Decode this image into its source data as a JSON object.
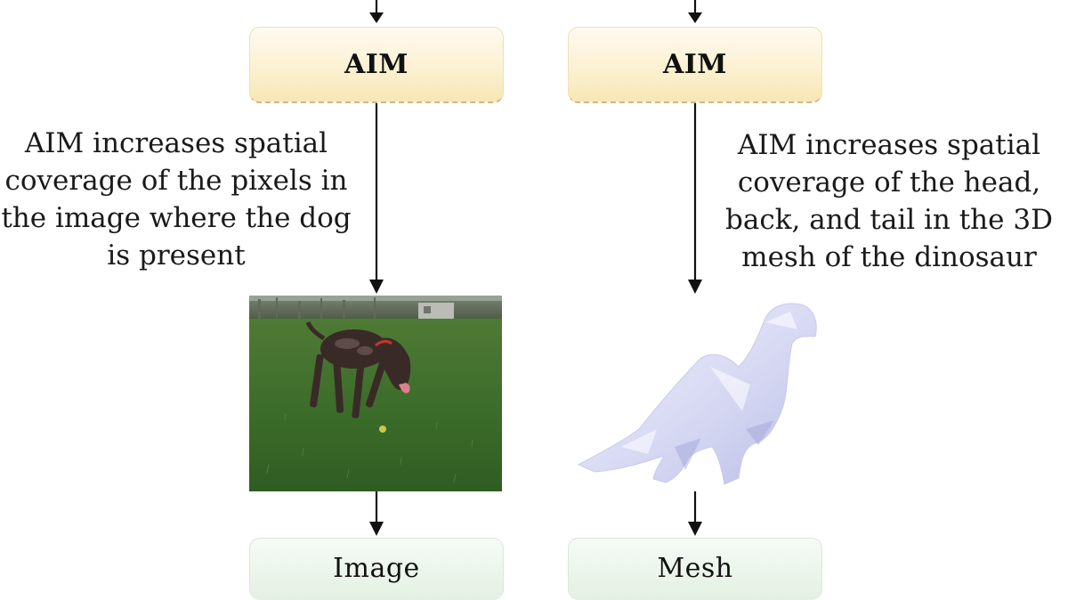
{
  "left_column": {
    "process_label": "AIM",
    "annotation": "AIM increases spatial coverage of the pixels in the image where the dog is present",
    "output_label": "Image"
  },
  "right_column": {
    "process_label": "AIM",
    "annotation": "AIM increases spatial coverage of the head, back, and tail in the 3D mesh of the dinosaur",
    "output_label": "Mesh"
  }
}
